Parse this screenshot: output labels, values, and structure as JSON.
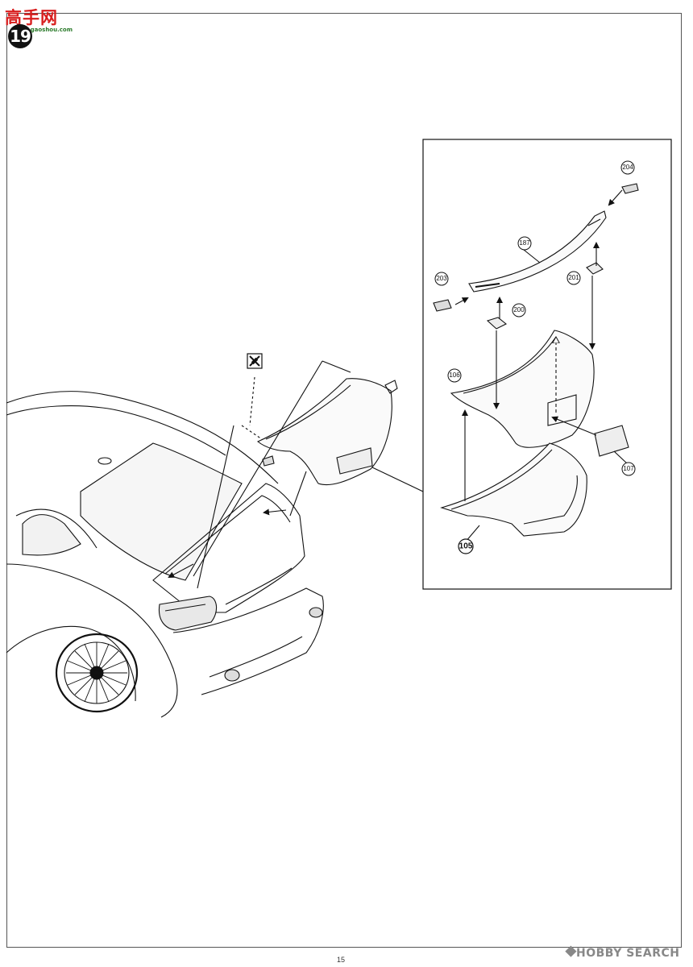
{
  "watermark": {
    "site_name": "高手网",
    "site_url": "www.gaoshou.com"
  },
  "step": {
    "number": "19"
  },
  "parts": {
    "p105": "105",
    "p106": "106",
    "p107": "107",
    "p187": "187",
    "p200": "200",
    "p201": "201",
    "p203": "203",
    "p204": "204"
  },
  "icons": {
    "glue_icon": "no-glue-icon"
  },
  "footer": {
    "page_number": "15",
    "brand": "HOBBY SEARCH"
  }
}
